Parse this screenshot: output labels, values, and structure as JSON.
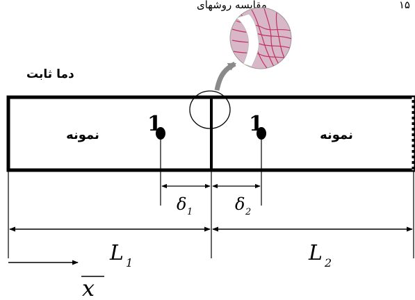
{
  "header": {
    "title_fragment": "مقایسه روشهای",
    "page_number": "۱۵"
  },
  "diagram": {
    "top_label": "دما ثابت",
    "left_sample_label": "نمونه",
    "right_sample_label": "نمونه",
    "left_point_label": "1",
    "right_point_label": "1",
    "delta1": {
      "symbol": "δ",
      "sub": "1"
    },
    "delta2": {
      "symbol": "δ",
      "sub": "2"
    },
    "L1": {
      "symbol": "L",
      "sub": "1"
    },
    "L2": {
      "symbol": "L",
      "sub": "2"
    },
    "x_axis": "x"
  },
  "colors": {
    "line": "#000000",
    "arrow_gray": "#8a8a8a",
    "micrograph_bg": "#d8b8c8",
    "micrograph_lines": "#c0305e"
  }
}
